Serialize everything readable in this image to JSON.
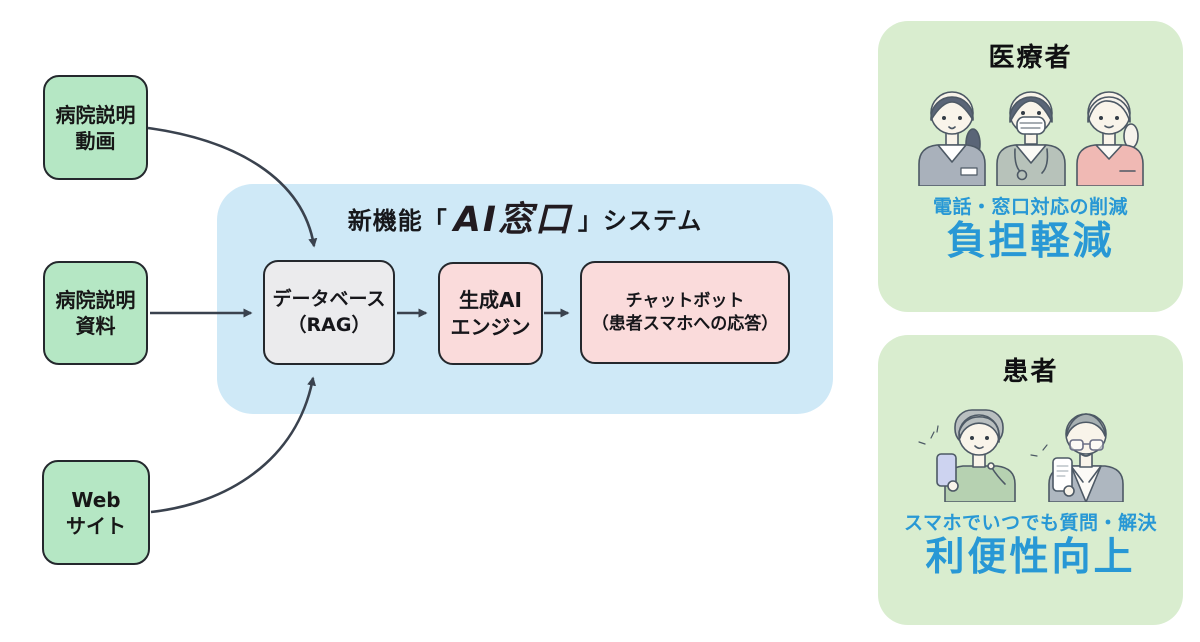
{
  "sources": {
    "video": {
      "line1": "病院説明",
      "line2": "動画"
    },
    "docs": {
      "line1": "病院説明",
      "line2": "資料"
    },
    "web": {
      "line1": "Web",
      "line2": "サイト"
    }
  },
  "system": {
    "title_prefix": "新機能「",
    "title_logo": "AI窓口",
    "title_suffix": "」システム",
    "database": {
      "line1": "データベース",
      "line2": "（RAG）"
    },
    "engine": {
      "line1": "生成AI",
      "line2": "エンジン"
    },
    "chatbot": {
      "line1": "チャットボット",
      "line2": "（患者スマホへの応答）"
    }
  },
  "benefits": {
    "medical": {
      "title": "医療者",
      "caption": "電話・窓口対応の削減",
      "highlight": "負担軽減",
      "illustration_icon": "medical-staff-trio-illustration"
    },
    "patient": {
      "title": "患者",
      "caption": "スマホでいつでも質問・解決",
      "highlight": "利便性向上",
      "illustration_icon": "elderly-patients-smartphones-illustration"
    }
  },
  "colors": {
    "source_box_bg": "#b5e7c4",
    "system_panel_bg": "#cfe9f7",
    "database_box_bg": "#ebebed",
    "ai_box_bg": "#fadbdb",
    "benefit_panel_bg": "#d9edcf",
    "accent_blue": "#2898d5",
    "arrow": "#3a424e",
    "box_border": "#24282d",
    "title_text": "#17181c"
  }
}
